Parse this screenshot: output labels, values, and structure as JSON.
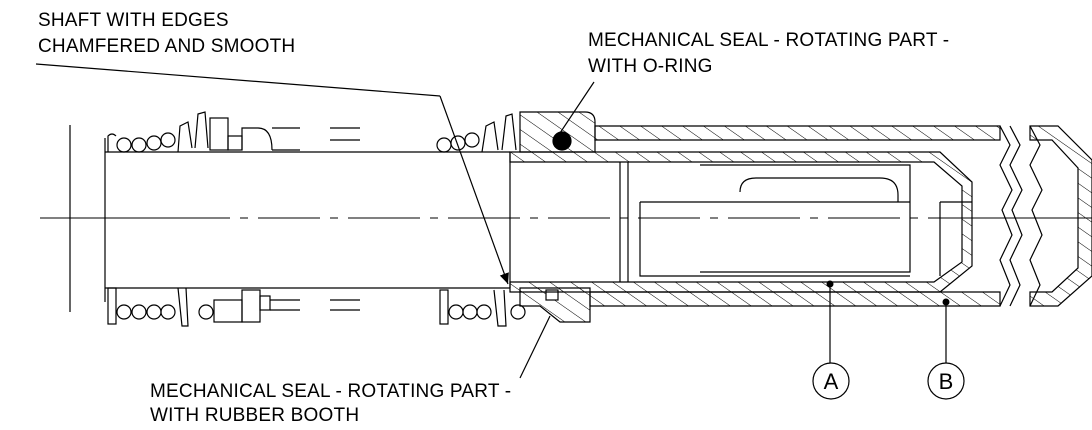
{
  "labels": {
    "shaft_edges": [
      "SHAFT WITH EDGES",
      "CHAMFERED AND SMOOTH"
    ],
    "seal_oring": [
      "MECHANICAL SEAL - ROTATING PART -",
      "WITH O-RING"
    ],
    "seal_booth": [
      "MECHANICAL SEAL - ROTATING PART -",
      "WITH RUBBER BOOTH"
    ],
    "callout_a": "A",
    "callout_b": "B"
  },
  "colors": {
    "line": "#000000",
    "background": "#ffffff"
  }
}
